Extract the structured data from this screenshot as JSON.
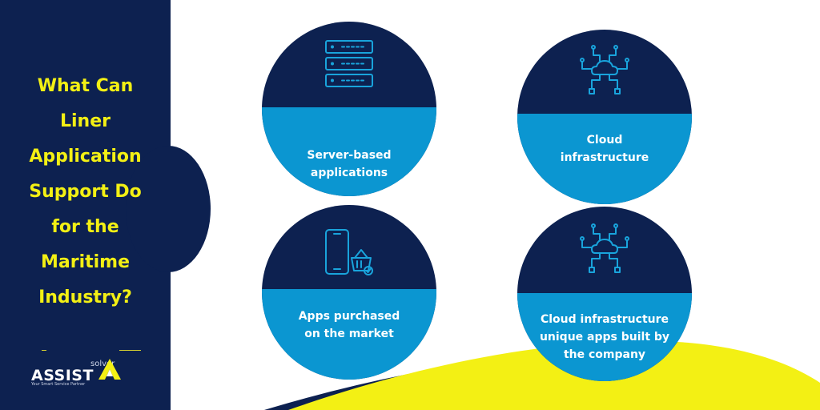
{
  "heading": {
    "text": "What Can\nLiner\nApplication\nSupport Do\nfor the\nMaritime\nIndustry?"
  },
  "brand": {
    "solver": "solver",
    "name": "ASSIST",
    "tagline": "Your Smart Service Partner"
  },
  "cards": [
    {
      "label": "Server-based\napplications",
      "icon": "server-rack-icon"
    },
    {
      "label": "Cloud\ninfrastructure",
      "icon": "cloud-network-icon"
    },
    {
      "label": "Apps purchased\non the market",
      "icon": "phone-basket-icon"
    },
    {
      "label": "Cloud infrastructure\nunique apps built by\nthe company",
      "icon": "cloud-network-icon"
    }
  ],
  "colors": {
    "navy": "#0d2150",
    "blue": "#0b96d1",
    "icon_blue": "#19a4dc",
    "yellow": "#f3f014",
    "white": "#ffffff"
  }
}
